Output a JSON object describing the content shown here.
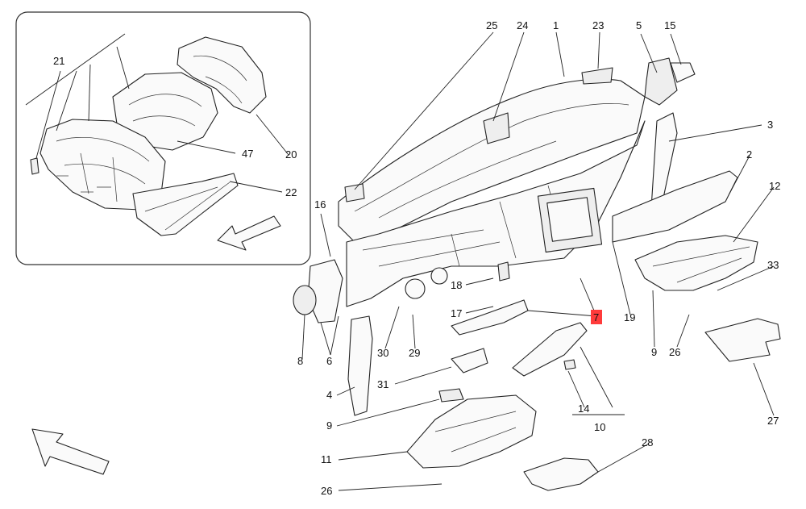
{
  "diagram": {
    "highlight_color": "#ff3b3b",
    "callouts": [
      {
        "id": "c1",
        "text": "1"
      },
      {
        "id": "c2",
        "text": "2"
      },
      {
        "id": "c3",
        "text": "3"
      },
      {
        "id": "c4",
        "text": "4"
      },
      {
        "id": "c5",
        "text": "5"
      },
      {
        "id": "c6",
        "text": "6"
      },
      {
        "id": "c7",
        "text": "7",
        "highlighted": true
      },
      {
        "id": "c8",
        "text": "8"
      },
      {
        "id": "c9a",
        "text": "9"
      },
      {
        "id": "c9b",
        "text": "9"
      },
      {
        "id": "c10",
        "text": "10"
      },
      {
        "id": "c11",
        "text": "11"
      },
      {
        "id": "c12",
        "text": "12"
      },
      {
        "id": "c14",
        "text": "14"
      },
      {
        "id": "c15",
        "text": "15"
      },
      {
        "id": "c16",
        "text": "16"
      },
      {
        "id": "c17",
        "text": "17"
      },
      {
        "id": "c18",
        "text": "18"
      },
      {
        "id": "c19",
        "text": "19"
      },
      {
        "id": "c20",
        "text": "20"
      },
      {
        "id": "c21",
        "text": "21"
      },
      {
        "id": "c22",
        "text": "22"
      },
      {
        "id": "c23",
        "text": "23"
      },
      {
        "id": "c24",
        "text": "24"
      },
      {
        "id": "c25",
        "text": "25"
      },
      {
        "id": "c26a",
        "text": "26"
      },
      {
        "id": "c26b",
        "text": "26"
      },
      {
        "id": "c27",
        "text": "27"
      },
      {
        "id": "c28",
        "text": "28"
      },
      {
        "id": "c29",
        "text": "29"
      },
      {
        "id": "c30",
        "text": "30"
      },
      {
        "id": "c31",
        "text": "31"
      },
      {
        "id": "c33",
        "text": "33"
      },
      {
        "id": "c47",
        "text": "47"
      }
    ]
  }
}
